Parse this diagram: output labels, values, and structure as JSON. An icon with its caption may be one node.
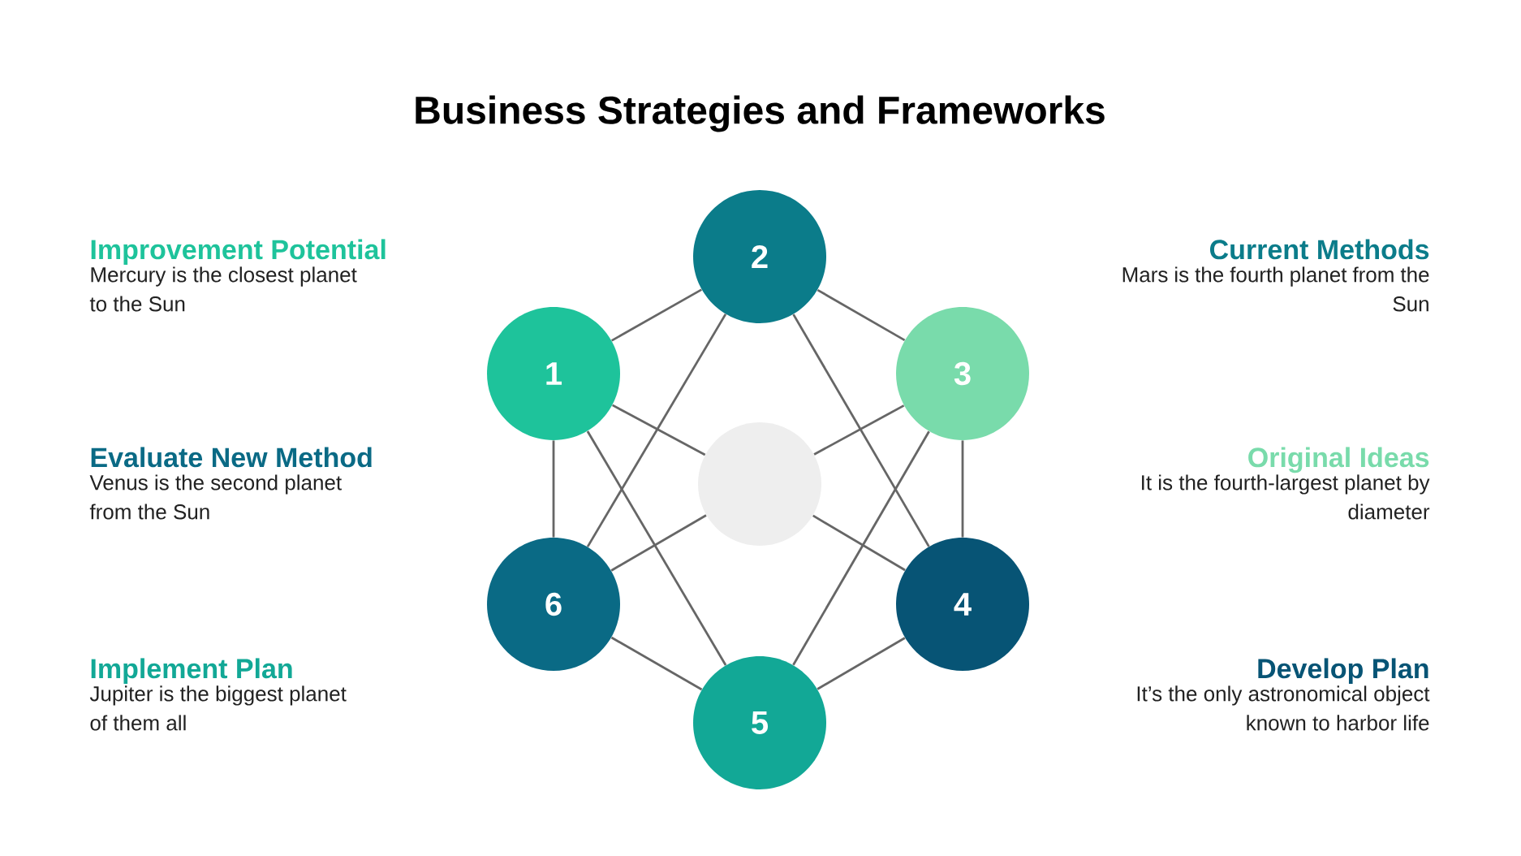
{
  "diagram": {
    "title": "Business Strategies and Frameworks",
    "nodes": [
      {
        "text": [
          "1"
        ]
      },
      {
        "text": [
          "2"
        ]
      },
      {
        "text": [
          "3"
        ]
      },
      {
        "text": [
          "4"
        ]
      },
      {
        "text": [
          "5"
        ]
      },
      {
        "text": [
          "6"
        ]
      },
      {
        "text": [],
        "shape": "circle"
      }
    ],
    "edges": [
      {
        "from": 0,
        "to": 1,
        "arrow": "none"
      },
      {
        "from": 1,
        "to": 2,
        "arrow": "none"
      },
      {
        "from": 2,
        "to": 3,
        "arrow": "none"
      },
      {
        "from": 3,
        "to": 4,
        "arrow": "none"
      },
      {
        "from": 4,
        "to": 5,
        "arrow": "none"
      },
      {
        "from": 5,
        "to": 0,
        "arrow": "none"
      },
      {
        "from": 1,
        "to": 5,
        "arrow": "none"
      },
      {
        "from": 1,
        "to": 3,
        "arrow": "none"
      },
      {
        "from": 0,
        "to": 4,
        "arrow": "none"
      },
      {
        "from": 2,
        "to": 4,
        "arrow": "none"
      },
      {
        "from": 0,
        "to": 6,
        "arrow": "none"
      },
      {
        "from": 2,
        "to": 6,
        "arrow": "none"
      },
      {
        "from": 3,
        "to": 6,
        "arrow": "none"
      },
      {
        "from": 5,
        "to": 6,
        "arrow": "none"
      }
    ],
    "labels": [
      "Improvement Potential",
      "Mercury is the closest planet to the Sun",
      "Current Methods",
      "Mars is the fourth planet from the Sun",
      "Evaluate New Method",
      "Venus is the second planet from the Sun",
      "Original Ideas",
      "It is the fourth-largest planet by diameter",
      "Implement Plan",
      "Jupiter is the biggest planet of them all",
      "Develop Plan",
      "It’s the only astronomical object known to harbor life"
    ]
  }
}
